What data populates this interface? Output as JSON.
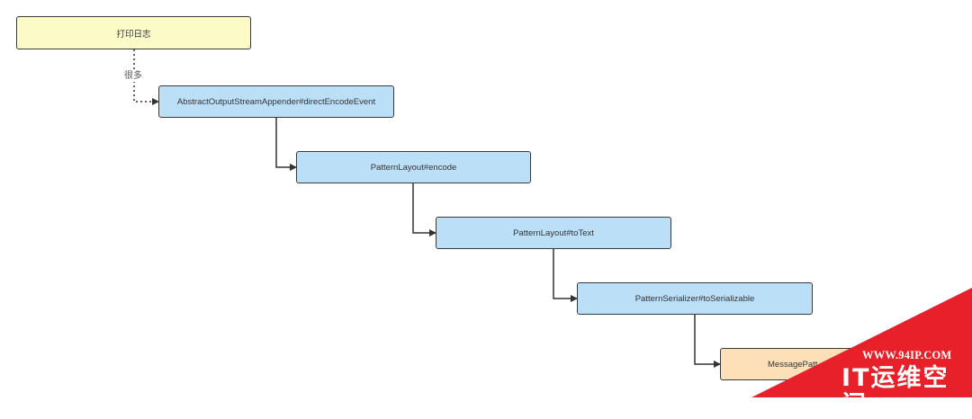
{
  "diagram": {
    "nodes": [
      {
        "id": "n0",
        "label": "打印日志",
        "style": "yellow"
      },
      {
        "id": "n1",
        "label": "AbstractOutputStreamAppender#directEncodeEvent",
        "style": "blue"
      },
      {
        "id": "n2",
        "label": "PatternLayout#encode",
        "style": "blue"
      },
      {
        "id": "n3",
        "label": "PatternLayout#toText",
        "style": "blue"
      },
      {
        "id": "n4",
        "label": "PatternSerializer#toSerializable",
        "style": "blue"
      },
      {
        "id": "n5",
        "label": "MessagePatt",
        "style": "orange"
      }
    ],
    "edges": [
      {
        "from": "n0",
        "to": "n1",
        "style": "dotted",
        "label": "很多"
      },
      {
        "from": "n1",
        "to": "n2",
        "style": "solid"
      },
      {
        "from": "n2",
        "to": "n3",
        "style": "solid"
      },
      {
        "from": "n3",
        "to": "n4",
        "style": "solid"
      },
      {
        "from": "n4",
        "to": "n5",
        "style": "solid"
      }
    ]
  },
  "watermark": {
    "url": "WWW.94IP.COM",
    "name": "IT运维空间",
    "color": "#e8202a"
  }
}
